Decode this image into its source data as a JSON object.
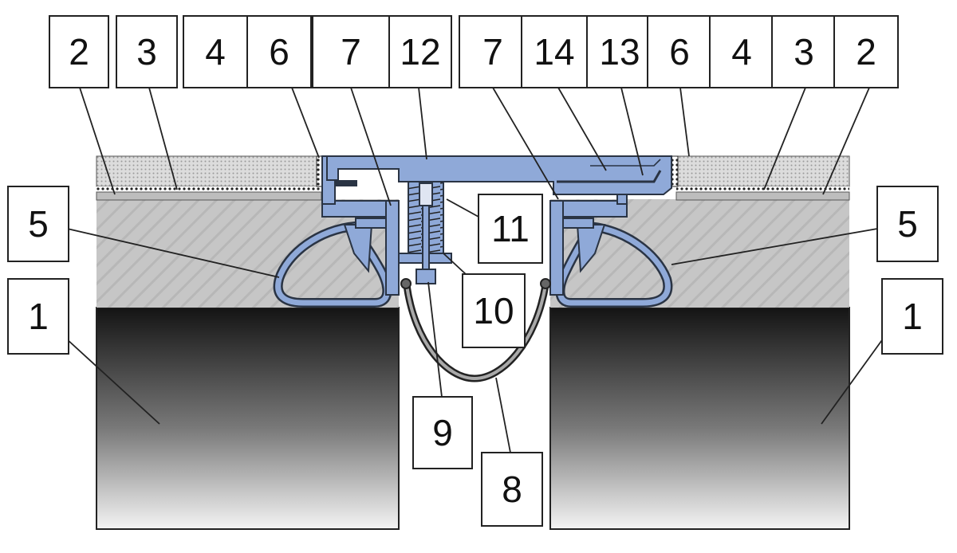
{
  "callouts": {
    "c2_left": "2",
    "c3_left": "3",
    "c4_left": "4",
    "c6_left": "6",
    "c7_left": "7",
    "c12": "12",
    "c7_right": "7",
    "c14": "14",
    "c13": "13",
    "c6_right": "6",
    "c4_right": "4",
    "c3_right": "3",
    "c2_right": "2",
    "c5_left": "5",
    "c5_right": "5",
    "c1_left": "1",
    "c1_right": "1",
    "c11": "11",
    "c10": "10",
    "c9": "9",
    "c8": "8"
  },
  "colors": {
    "profile_blue": "#8fa9d8",
    "profile_stroke": "#2a3444",
    "concrete": "#c6c6c6",
    "surface_layer": "#d4d4d4",
    "slab_dark": "#141414",
    "slab_light": "#f4f4f4",
    "line": "#222222"
  }
}
